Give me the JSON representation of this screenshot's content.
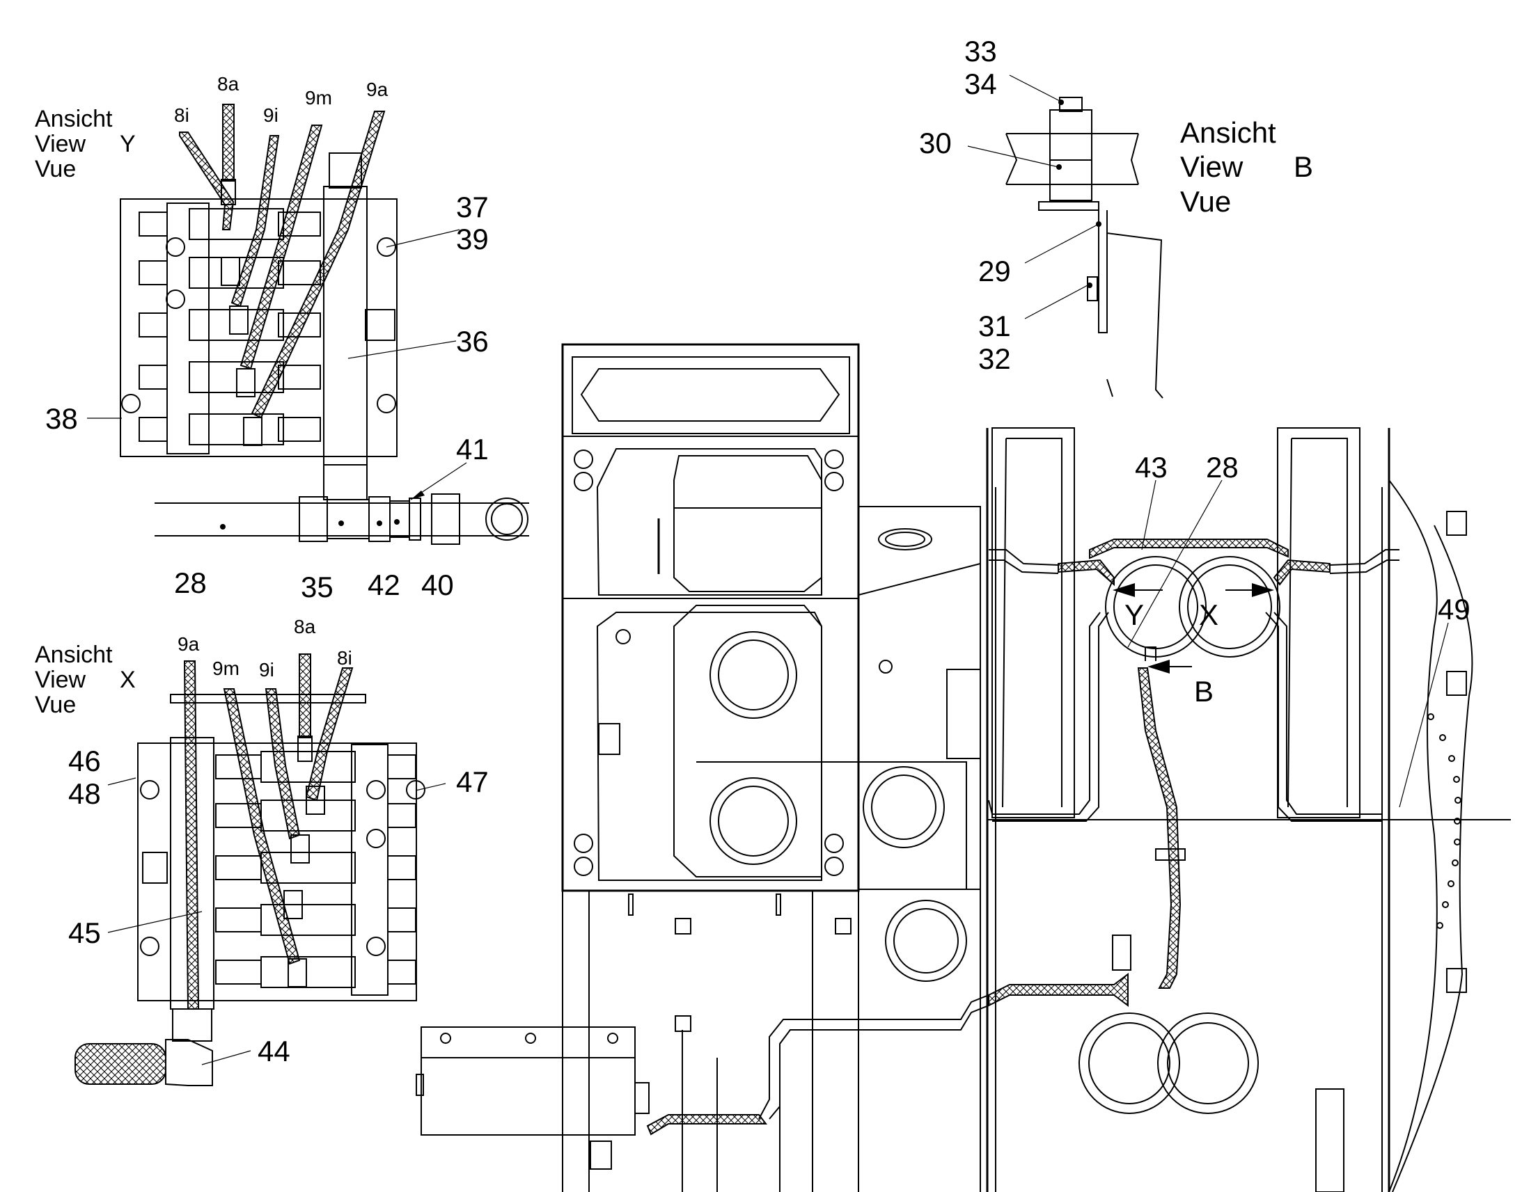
{
  "views": {
    "y": {
      "line1": "Ansicht",
      "line2": "View",
      "line3": "Vue",
      "letter": "Y"
    },
    "x": {
      "line1": "Ansicht",
      "line2": "View",
      "line3": "Vue",
      "letter": "X"
    },
    "b": {
      "line1": "Ansicht",
      "line2": "View",
      "line3": "Vue",
      "letter": "B"
    }
  },
  "hose_labels_y": [
    "8i",
    "8a",
    "9i",
    "9m",
    "9a"
  ],
  "hose_labels_x": [
    "9a",
    "9m",
    "9i",
    "8a",
    "8i"
  ],
  "callouts": {
    "c28a": "28",
    "c35": "35",
    "c42": "42",
    "c40": "40",
    "c41": "41",
    "c36": "36",
    "c37": "37",
    "c39": "39",
    "c38": "38",
    "c44": "44",
    "c45": "45",
    "c46": "46",
    "c48": "48",
    "c47": "47",
    "c33": "33",
    "c34": "34",
    "c30": "30",
    "c29": "29",
    "c31": "31",
    "c32": "32",
    "c43": "43",
    "c28b": "28",
    "c49": "49"
  },
  "markers": {
    "y": "Y",
    "x": "X",
    "b": "B"
  }
}
